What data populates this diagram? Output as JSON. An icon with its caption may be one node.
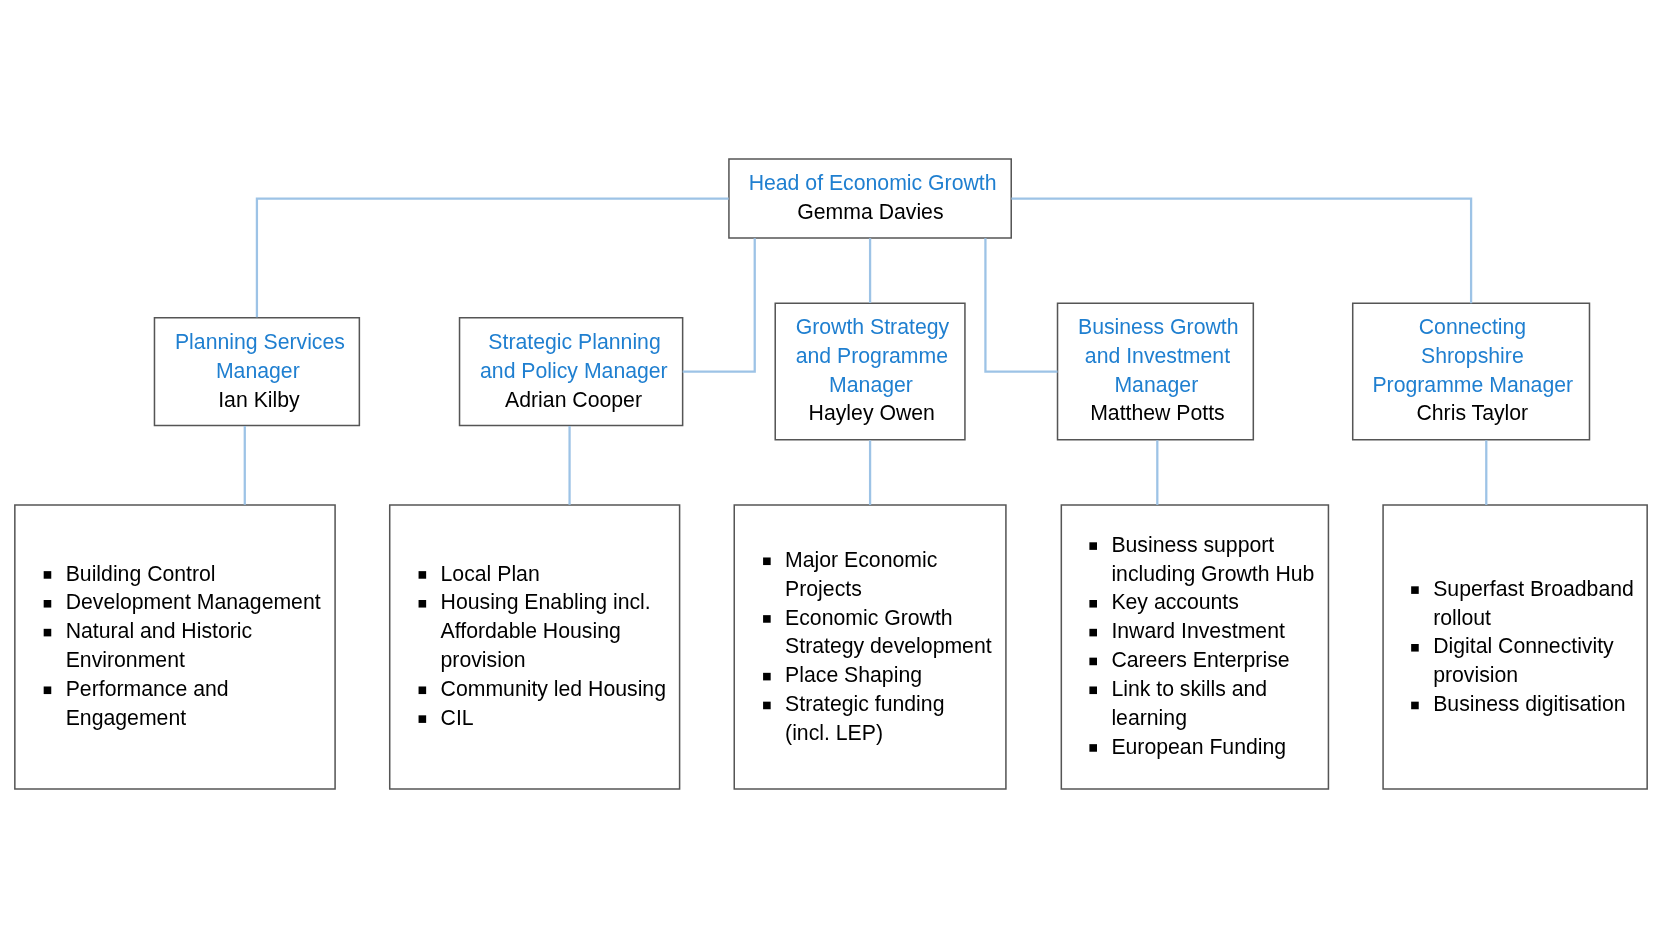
{
  "diagram": {
    "nodes": [
      {
        "text": [
          "Head of Economic Growth",
          "Gemma Davies"
        ]
      },
      {
        "text": [
          "Planning Services Manager",
          "Ian Kilby"
        ]
      },
      {
        "text": [
          "Strategic Planning and Policy Manager",
          "Adrian Cooper"
        ]
      },
      {
        "text": [
          "Growth Strategy and Programme Manager",
          "Hayley Owen"
        ]
      },
      {
        "text": [
          "Business Growth and Investment Manager",
          "Matthew Potts"
        ]
      },
      {
        "text": [
          "Connecting Shropshire Programme Manager",
          "Chris Taylor"
        ]
      },
      {
        "text": [
          "Building Control",
          "Development Management",
          "Natural and Historic Environment",
          "Performance and Engagement"
        ]
      },
      {
        "text": [
          "Local Plan",
          "Housing Enabling incl. Affordable Housing provision",
          "Community led Housing",
          "CIL"
        ]
      },
      {
        "text": [
          "Major Economic Projects",
          "Economic Growth Strategy development",
          "Place Shaping",
          "Strategic funding (incl. LEP)"
        ]
      },
      {
        "text": [
          "Business support including Growth Hub",
          "Key accounts",
          "Inward Investment",
          "Careers Enterprise",
          "Link to skills and learning",
          "European Funding"
        ]
      },
      {
        "text": [
          "Superfast Broadband rollout",
          "Digital Connectivity provision",
          "Business digitisation"
        ]
      }
    ],
    "edges": [
      {
        "from": 0,
        "to": 1,
        "arrow": "none"
      },
      {
        "from": 0,
        "to": 2,
        "arrow": "none"
      },
      {
        "from": 0,
        "to": 3,
        "arrow": "none"
      },
      {
        "from": 0,
        "to": 4,
        "arrow": "none"
      },
      {
        "from": 0,
        "to": 5,
        "arrow": "none"
      },
      {
        "from": 1,
        "to": 6,
        "arrow": "none"
      },
      {
        "from": 2,
        "to": 7,
        "arrow": "none"
      },
      {
        "from": 3,
        "to": 8,
        "arrow": "none"
      },
      {
        "from": 4,
        "to": 9,
        "arrow": "none"
      },
      {
        "from": 5,
        "to": 10,
        "arrow": "none"
      }
    ]
  }
}
